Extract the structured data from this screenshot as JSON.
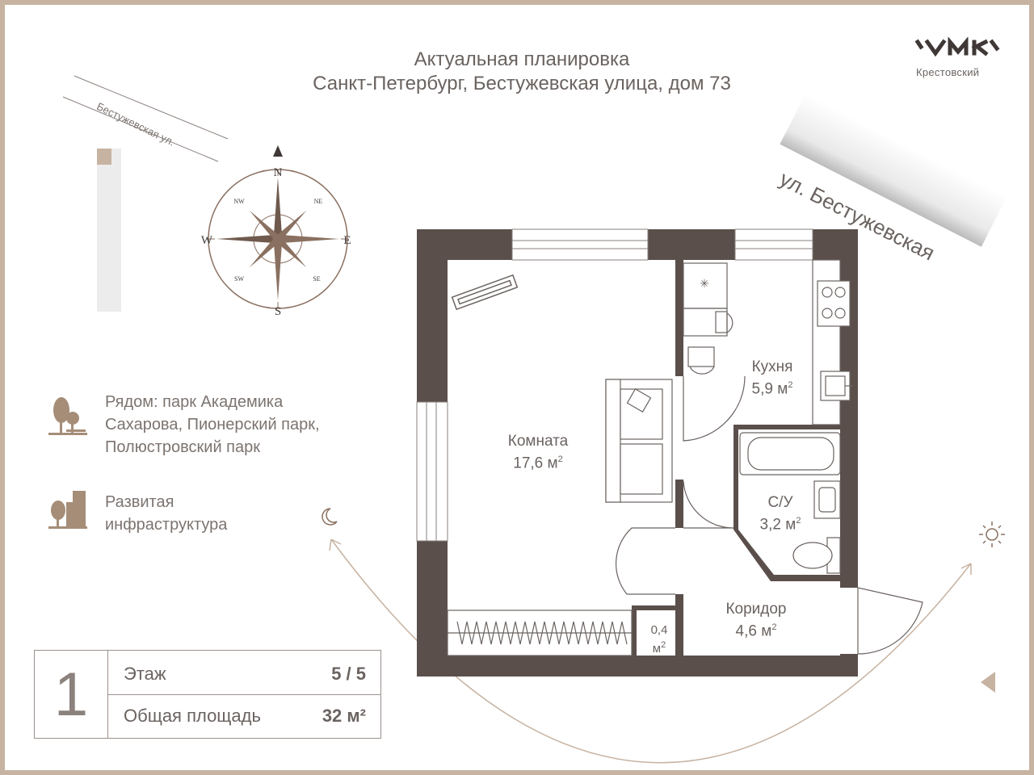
{
  "header": {
    "title_line1": "Актуальная планировка",
    "title_line2": "Санкт-Петербург, Бестужевская улица, дом 73"
  },
  "logo": {
    "text": "Крестовский"
  },
  "street": {
    "main_label": "ул. Бестужевская",
    "small_label": "Бестужевская ул."
  },
  "compass": {
    "n": "N",
    "s": "S",
    "e": "E",
    "w": "W",
    "ne": "NE",
    "nw": "NW",
    "se": "SE",
    "sw": "SW"
  },
  "features": [
    {
      "icon": "park-icon",
      "lines": [
        "Рядом: парк Академика",
        "Сахарова, Пионерский парк,",
        "Полюстровский парк"
      ]
    },
    {
      "icon": "infrastructure-icon",
      "lines": [
        "Развитая",
        "инфраструктура"
      ]
    }
  ],
  "info": {
    "apartment_number": "1",
    "floor_label": "Этаж",
    "floor_value": "5 / 5",
    "area_label": "Общая площадь",
    "area_value": "32 м²"
  },
  "rooms": {
    "room": {
      "name": "Комната",
      "area": "17,6 м",
      "sup": "2"
    },
    "kitchen": {
      "name": "Кухня",
      "area": "5,9 м",
      "sup": "2"
    },
    "bathroom": {
      "name": "С/У",
      "area": "3,2 м",
      "sup": "2"
    },
    "corridor": {
      "name": "Коридор",
      "area": "4,6 м",
      "sup": "2"
    },
    "closet": {
      "name": "0,4",
      "area": "м",
      "sup": "2"
    }
  },
  "colors": {
    "wall": "#5b4f4b",
    "accent": "#a58d78",
    "frame": "#c7b3a1",
    "text": "#6a6360"
  },
  "icons": [
    "moon-icon",
    "sun-icon",
    "play-left-icon",
    "compass-rose-icon",
    "sun-path-arc"
  ]
}
